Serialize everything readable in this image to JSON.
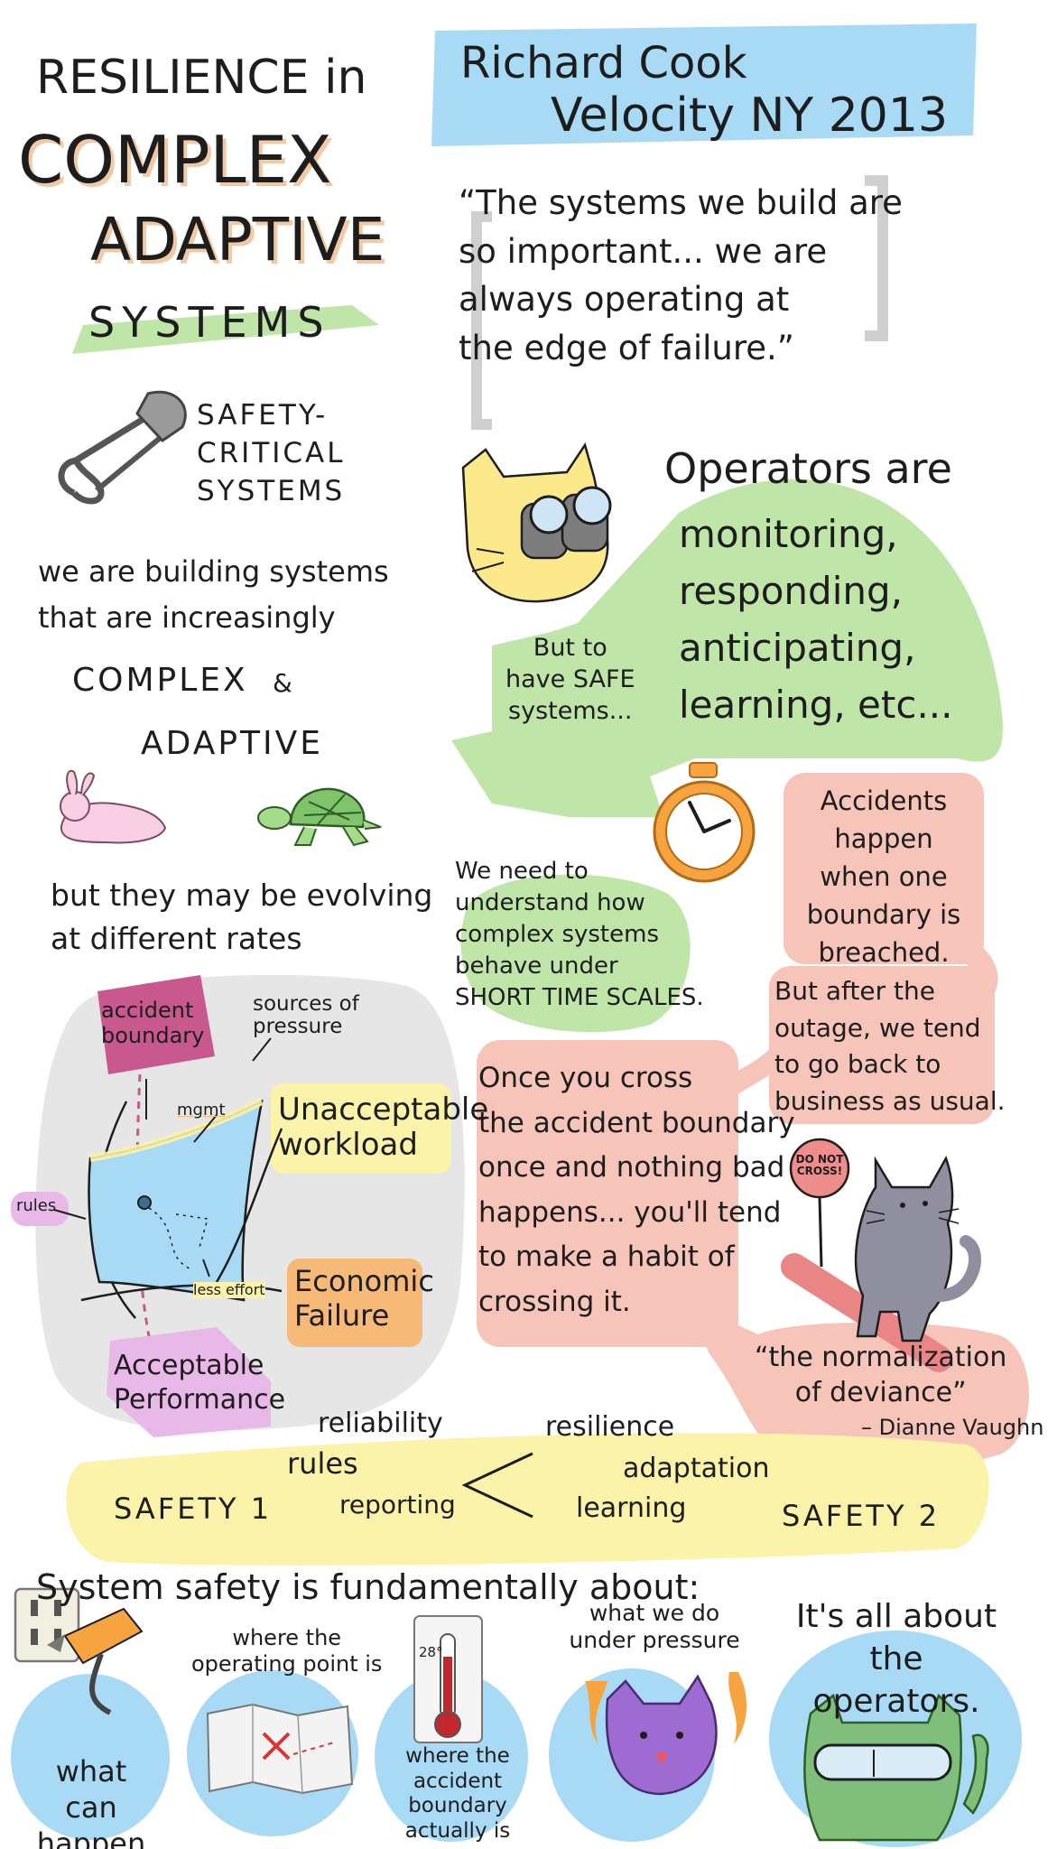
{
  "colors": {
    "blue": "#a9daf5",
    "green": "#bfe6a8",
    "yellow": "#fbf3a9",
    "peach": "#f6c4b8",
    "pink": "#e8b8e8",
    "magenta": "#c9588f",
    "orange": "#f6b978",
    "gray": "#e6e6e6",
    "tan": "#f2c9a4"
  },
  "icons": [
    "safety-pin-icon",
    "rabbit-icon",
    "turtle-icon",
    "cat-binoculars-icon",
    "stopwatch-icon",
    "do-not-cross-sign-icon",
    "gray-cat-icon",
    "power-outlet-icon",
    "map-icon",
    "thermometer-icon",
    "purple-cat-icon",
    "green-cat-goggles-icon"
  ],
  "title": {
    "line1": "RESILIENCE in",
    "line2": "COMPLEX",
    "line3": "ADAPTIVE",
    "line4": "SYSTEMS"
  },
  "speaker": {
    "name": "Richard Cook",
    "event": "Velocity NY 2013"
  },
  "quote": {
    "text": "“The systems we build are\nso important... we are\nalways operating at\nthe edge of failure.”"
  },
  "safety_critical": "SAFETY-\nCRITICAL\nSYSTEMS",
  "building": {
    "line1": "we are building systems\nthat are increasingly",
    "complex": "COMPLEX",
    "amp": "&",
    "adaptive": "ADAPTIVE"
  },
  "evolving": "but they may be evolving\nat different rates",
  "operators": {
    "heading": "Operators are",
    "list": "monitoring,\nresponding,\nanticipating,\nlearning, etc..."
  },
  "arrow_text": "But to\nhave SAFE\nsystems...",
  "understand": "We need to\nunderstand how\ncomplex systems\nbehave under\nSHORT TIME SCALES.",
  "accidents": "Accidents happen\nwhen one\nboundary is\nbreached.",
  "after_outage": "But after the\noutage, we tend\nto go back to\nbusiness as usual.",
  "cross_boundary": "Once you cross\nthe accident boundary\nonce and nothing bad\nhappens... you'll tend\nto make a habit of\ncrossing it.",
  "sign": "DO NOT\nCROSS!",
  "normalization": {
    "quote": "“the normalization\nof deviance”",
    "author": "– Dianne Vaughn"
  },
  "diagram": {
    "accident_boundary": "accident\nboundary",
    "sources": "sources of\npressure",
    "mgmt": "mgmt",
    "unacceptable": "Unacceptable\nworkload",
    "rules": "rules",
    "less_effort": "less effort",
    "economic": "Economic\nFailure",
    "acceptable": "Acceptable\nPerformance"
  },
  "safety_band": {
    "safety1": "SAFETY 1",
    "reliability": "reliability",
    "rules": "rules",
    "reporting": "reporting",
    "resilience": "resilience",
    "adaptation": "adaptation",
    "learning": "learning",
    "safety2": "SAFETY 2"
  },
  "fundamental": "System safety is fundamentally about:",
  "bottom": {
    "what_can_happen": "what can\nhappen",
    "operating_point": "where the\noperating point is",
    "thermo_label": "28°",
    "accident_boundary_is": "where the\naccident boundary\nactually is",
    "under_pressure": "what we do\nunder pressure",
    "operators": "It's all about\nthe operators."
  }
}
